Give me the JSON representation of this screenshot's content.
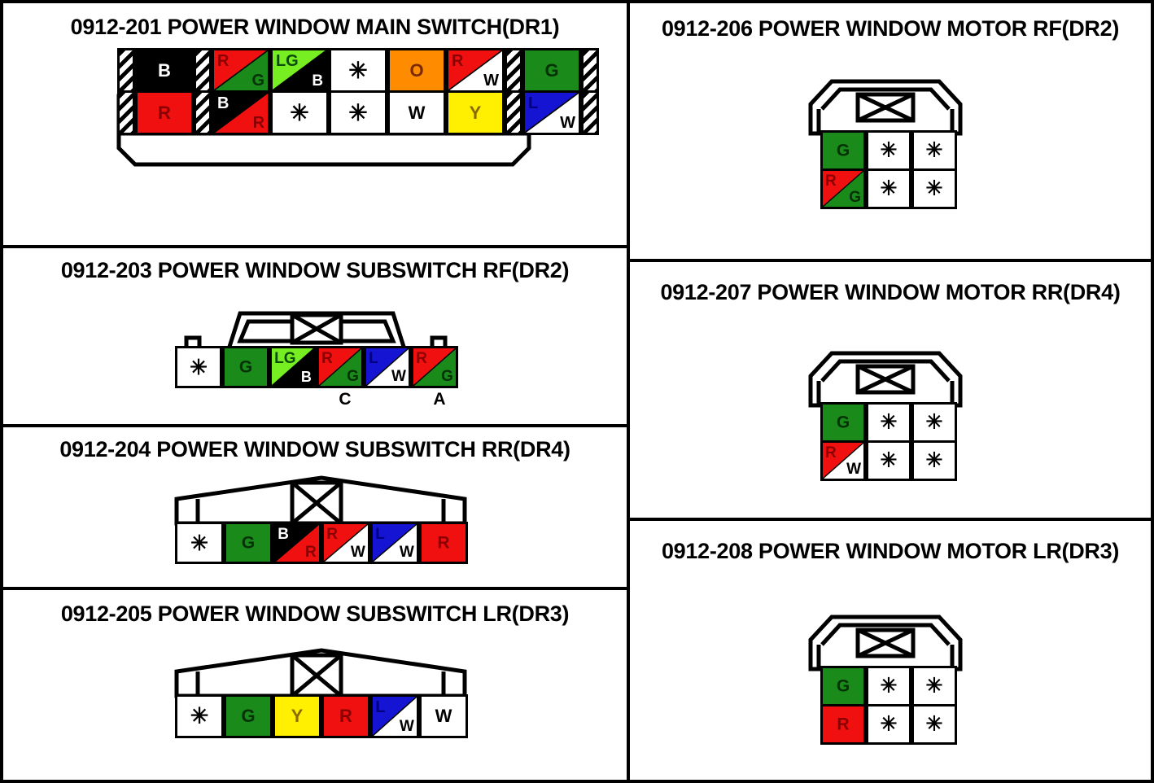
{
  "sheet": {
    "left_column": [
      {
        "id": "0912-201",
        "title": "0912-201 POWER WINDOW MAIN SWITCH(DR1)",
        "connector_type": "main-switch",
        "rows": 2,
        "pins_top": [
          "B",
          "R/G",
          "LG/B",
          "blank",
          "O",
          "R/W",
          "G"
        ],
        "pins_bottom": [
          "R",
          "B/R",
          "blank",
          "blank",
          "W",
          "Y",
          "L/W"
        ]
      },
      {
        "id": "0912-203",
        "title": "0912-203 POWER WINDOW SUBSWITCH RF(DR2)",
        "connector_type": "subswitch-flat",
        "rows": 1,
        "pins": [
          "blank",
          "G",
          "LG/B",
          "R/G",
          "L/W",
          "R/G"
        ],
        "pin_letters": [
          "",
          "",
          "",
          "C",
          "",
          "A"
        ]
      },
      {
        "id": "0912-204",
        "title": "0912-204 POWER WINDOW SUBSWITCH RR(DR4)",
        "connector_type": "subswitch-peak",
        "rows": 1,
        "pins": [
          "blank",
          "G",
          "B/R",
          "R/W",
          "L/W",
          "R"
        ],
        "pin_letters": [
          "",
          "",
          "",
          "",
          "",
          ""
        ]
      },
      {
        "id": "0912-205",
        "title": "0912-205 POWER WINDOW SUBSWITCH LR(DR3)",
        "connector_type": "subswitch-peak",
        "rows": 1,
        "pins": [
          "blank",
          "G",
          "Y",
          "R",
          "L/W",
          "W"
        ],
        "pin_letters": [
          "",
          "",
          "",
          "",
          "",
          ""
        ]
      }
    ],
    "right_column": [
      {
        "id": "0912-206",
        "title": "0912-206 POWER WINDOW MOTOR RF(DR2)",
        "connector_type": "motor",
        "rows": 2,
        "pins_top": [
          "G",
          "blank",
          "blank"
        ],
        "pins_bottom": [
          "R/G",
          "blank",
          "blank"
        ]
      },
      {
        "id": "0912-207",
        "title": "0912-207 POWER WINDOW MOTOR RR(DR4)",
        "connector_type": "motor",
        "rows": 2,
        "pins_top": [
          "G",
          "blank",
          "blank"
        ],
        "pins_bottom": [
          "R/W",
          "blank",
          "blank"
        ]
      },
      {
        "id": "0912-208",
        "title": "0912-208 POWER WINDOW MOTOR LR(DR3)",
        "connector_type": "motor",
        "rows": 2,
        "pins_top": [
          "G",
          "blank",
          "blank"
        ],
        "pins_bottom": [
          "R",
          "blank",
          "blank"
        ]
      }
    ]
  },
  "legend": {
    "blank_glyph": "✳",
    "wire_colors": {
      "B": {
        "name": "Black",
        "hex": "#000000",
        "text": "#ffffff"
      },
      "R": {
        "name": "Red",
        "hex": "#f01010",
        "text": "#8a0000"
      },
      "G": {
        "name": "Green",
        "hex": "#1a8a1a",
        "text": "#063006"
      },
      "LG": {
        "name": "Light Green",
        "hex": "#77ee22",
        "text": "#0a4a0a"
      },
      "L": {
        "name": "Blue",
        "hex": "#1414d2",
        "text": "#000080"
      },
      "W": {
        "name": "White",
        "hex": "#ffffff",
        "text": "#000000"
      },
      "Y": {
        "name": "Yellow",
        "hex": "#ffef00",
        "text": "#8a6a00"
      },
      "O": {
        "name": "Orange",
        "hex": "#ff8c00",
        "text": "#7a2a00"
      }
    }
  }
}
